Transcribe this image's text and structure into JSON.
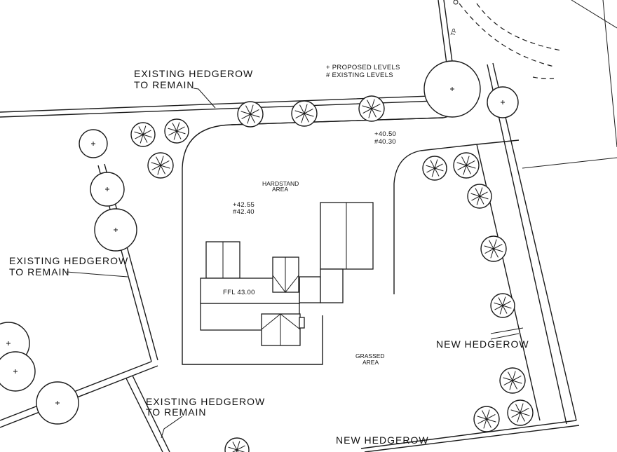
{
  "labels": {
    "hedgerow_top_1": "EXISTING HEDGEROW",
    "hedgerow_top_2": "TO REMAIN",
    "hedgerow_left_1": "EXISTING HEDGEROW",
    "hedgerow_left_2": "TO REMAIN",
    "hedgerow_bottom_1": "EXISTING HEDGEROW",
    "hedgerow_bottom_2": "TO REMAIN",
    "new_hedgerow_right": "NEW HEDGEROW",
    "new_hedgerow_bottom": "NEW HEDGEROW",
    "hardstand_1": "HARDSTAND",
    "hardstand_2": "AREA",
    "grassed_1": "GRASSED",
    "grassed_2": "AREA",
    "ffl": "FFL 43.00"
  },
  "legend": {
    "proposed": "+ PROPOSED LEVELS",
    "existing": "# EXISTING LEVELS"
  },
  "levels": {
    "proposed_a": "+42.55",
    "existing_a": "#42.40",
    "proposed_b": "+40.50",
    "existing_b": "#40.30"
  },
  "misc": {
    "tp_mark": "TP"
  }
}
